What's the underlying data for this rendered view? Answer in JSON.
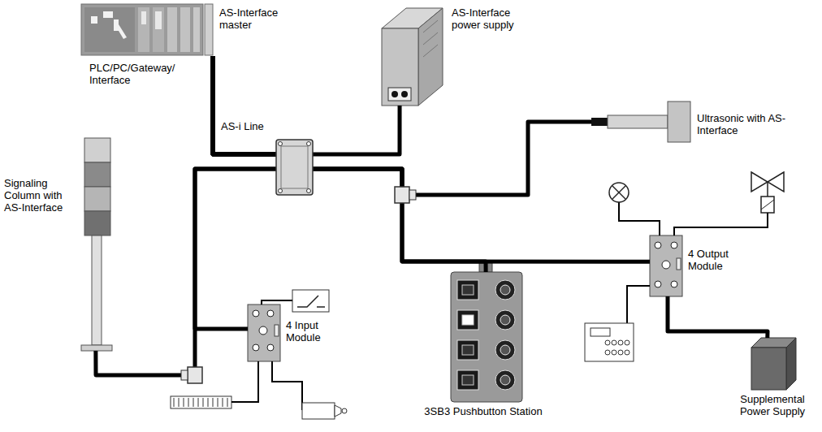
{
  "diagram": {
    "nodes": [
      {
        "text": [
          "AS-Interface master",
          "PLC/PC/Gateway/ Interface"
        ]
      },
      {
        "text": [
          "AS-Interface power supply"
        ]
      },
      {
        "text": [
          "Ultrasonic with AS-Interface"
        ]
      },
      {
        "text": [
          "Signaling Column with AS-Interface"
        ]
      },
      {
        "text": [
          "4 Input Module"
        ]
      },
      {
        "text": [
          "3SB3 Pushbutton Station"
        ]
      },
      {
        "text": [
          "4 Output Module"
        ]
      },
      {
        "text": [
          "Supplemental Power Supply"
        ]
      }
    ],
    "edges": [
      {
        "from": 0,
        "to": 1,
        "arrow": "none"
      },
      {
        "from": 0,
        "to": 3,
        "arrow": "none"
      },
      {
        "from": 0,
        "to": 4,
        "arrow": "none"
      },
      {
        "from": 0,
        "to": 2,
        "arrow": "none"
      },
      {
        "from": 0,
        "to": 5,
        "arrow": "none"
      },
      {
        "from": 0,
        "to": 6,
        "arrow": "none"
      },
      {
        "from": 6,
        "to": 7,
        "arrow": "none"
      }
    ],
    "labels": [
      "AS-i Line"
    ]
  }
}
